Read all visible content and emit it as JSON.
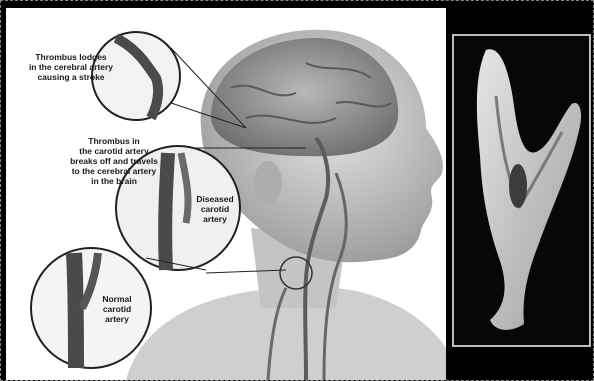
{
  "illustration": {
    "callout_stroke": "Thrombus lodges\nin the cerebral artery\ncausing a stroke",
    "callout_thrombus": "Thrombus in\nthe carotid artery\nbreaks off and travels\nto the cerebral artery\nin the brain",
    "callout_diseased": "Diseased\ncarotid\nartery",
    "callout_normal": "Normal\ncarotid\nartery"
  },
  "colors": {
    "background": "#000000",
    "panel": "#ffffff",
    "specimen_background": "#070707",
    "specimen_border": "#bdbdbd"
  }
}
